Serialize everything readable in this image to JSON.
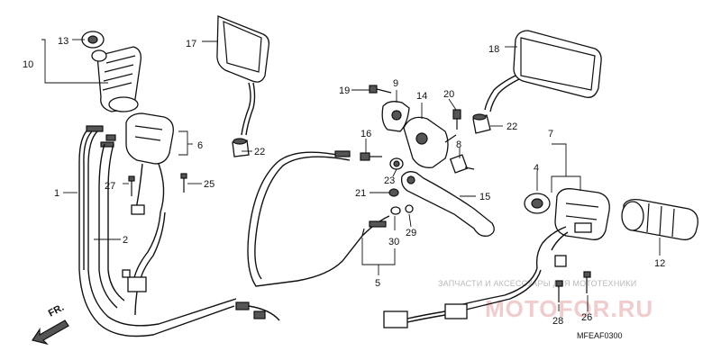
{
  "diagram": {
    "callouts": [
      "13",
      "10",
      "17",
      "18",
      "6",
      "22",
      "19",
      "9",
      "14",
      "20",
      "16",
      "8",
      "22",
      "7",
      "4",
      "1",
      "27",
      "25",
      "23",
      "21",
      "15",
      "2",
      "30",
      "29",
      "12",
      "5",
      "28",
      "26"
    ],
    "front_marker": "FR.",
    "code": "MFEAF0300",
    "watermark_text": "ЗАПЧАСТИ И АКСЕССУАРЫ ДЛЯ МОТОТЕХНИКИ",
    "watermark_brand": "MOTOFOR.RU"
  }
}
